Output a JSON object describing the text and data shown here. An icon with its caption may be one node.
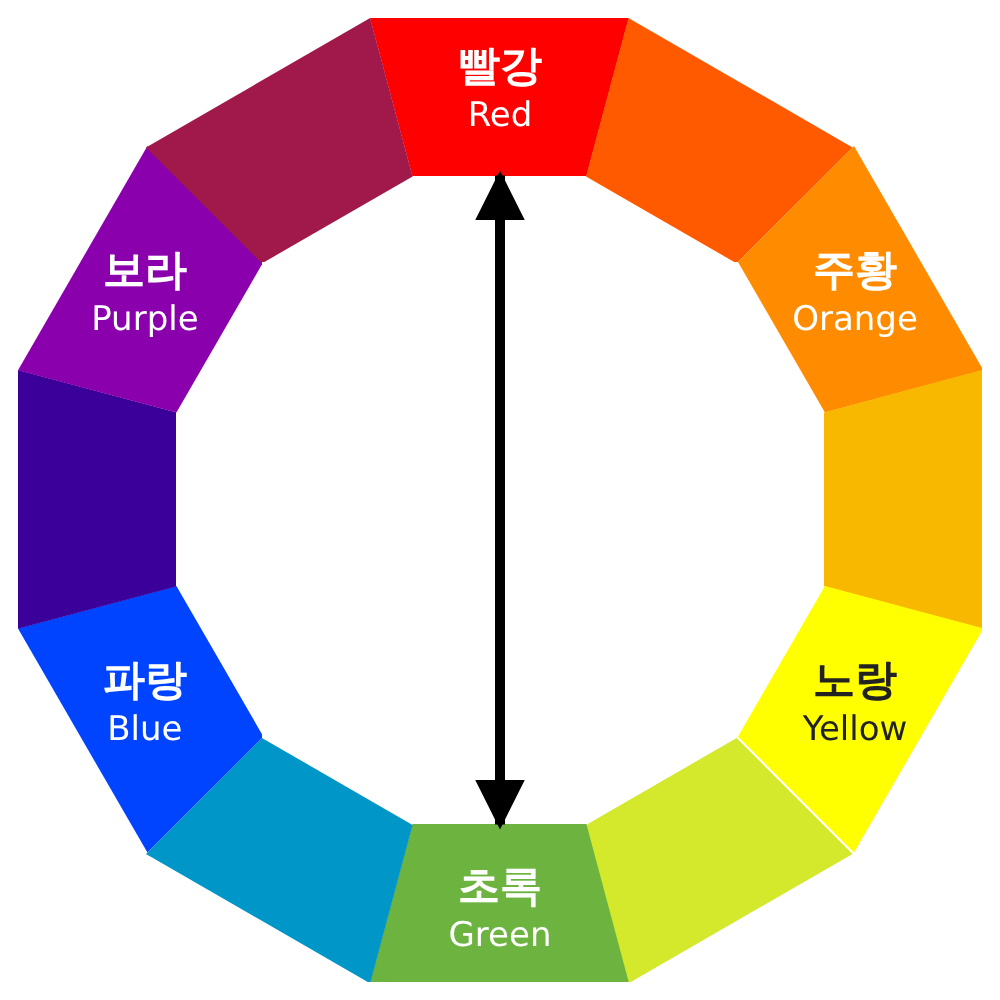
{
  "diagram": {
    "nodes": [
      {
        "text": [
          "빨강",
          "Red"
        ]
      },
      {
        "text": [],
        "shape": "box"
      },
      {
        "text": [
          "주황",
          "Orange"
        ]
      },
      {
        "text": [],
        "shape": "box"
      },
      {
        "text": [
          "노랑",
          "Yellow"
        ]
      },
      {
        "text": [],
        "shape": "box"
      },
      {
        "text": [
          "초록",
          "Green"
        ]
      },
      {
        "text": [],
        "shape": "box"
      },
      {
        "text": [
          "파랑",
          "Blue"
        ]
      },
      {
        "text": [],
        "shape": "box"
      },
      {
        "text": [
          "보라",
          "Purple"
        ]
      },
      {
        "text": [],
        "shape": "box"
      }
    ],
    "edges": [
      {
        "from": 0,
        "to": 6,
        "arrow": "both"
      }
    ]
  }
}
